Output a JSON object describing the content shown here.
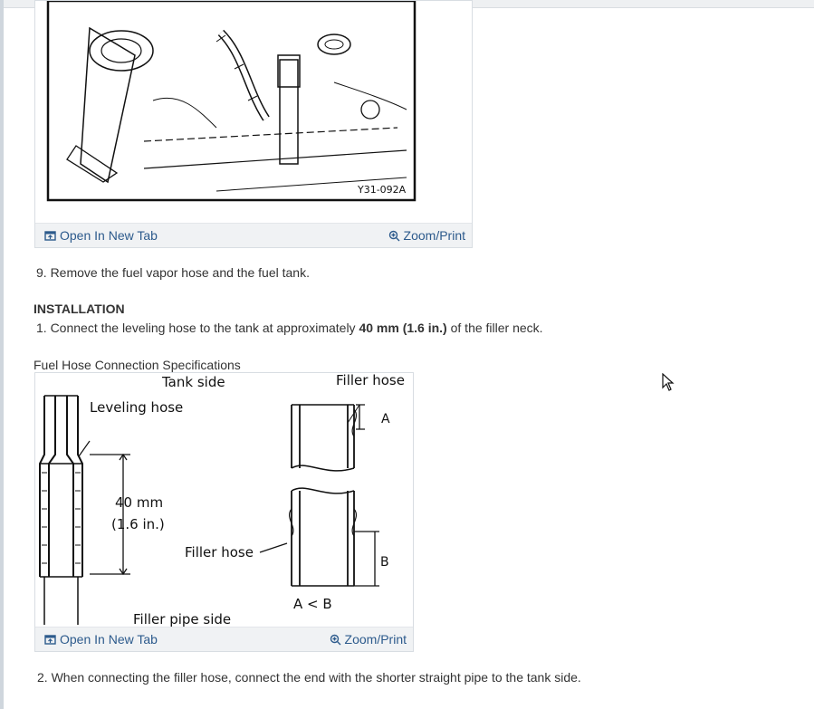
{
  "figure1": {
    "label": "Y31-092A",
    "open_link": "Open In New Tab",
    "zoom_link": "Zoom/Print"
  },
  "step9": "9. Remove the fuel vapor hose and the fuel tank.",
  "installation_heading": "INSTALLATION",
  "install_step1": {
    "prefix": "1. Connect the leveling hose to the tank at approximately ",
    "bold": "40 mm (1.6 in.)",
    "suffix": " of the filler neck."
  },
  "figure2": {
    "caption": "Fuel Hose Connection Specifications",
    "tank_side": "Tank side",
    "leveling_hose": "Leveling hose",
    "dim_mm": "40 mm",
    "dim_in": "(1.6 in.)",
    "filler_hose_mid": "Filler hose",
    "filler_hose_top": "Filler hose",
    "label_a": "A",
    "label_b": "B",
    "relation": "A < B",
    "filler_pipe_side": "Filler pipe side",
    "open_link": "Open In New Tab",
    "zoom_link": "Zoom/Print"
  },
  "install_step2": "2. When connecting the filler hose, connect the end with the shorter straight pipe to the tank side."
}
